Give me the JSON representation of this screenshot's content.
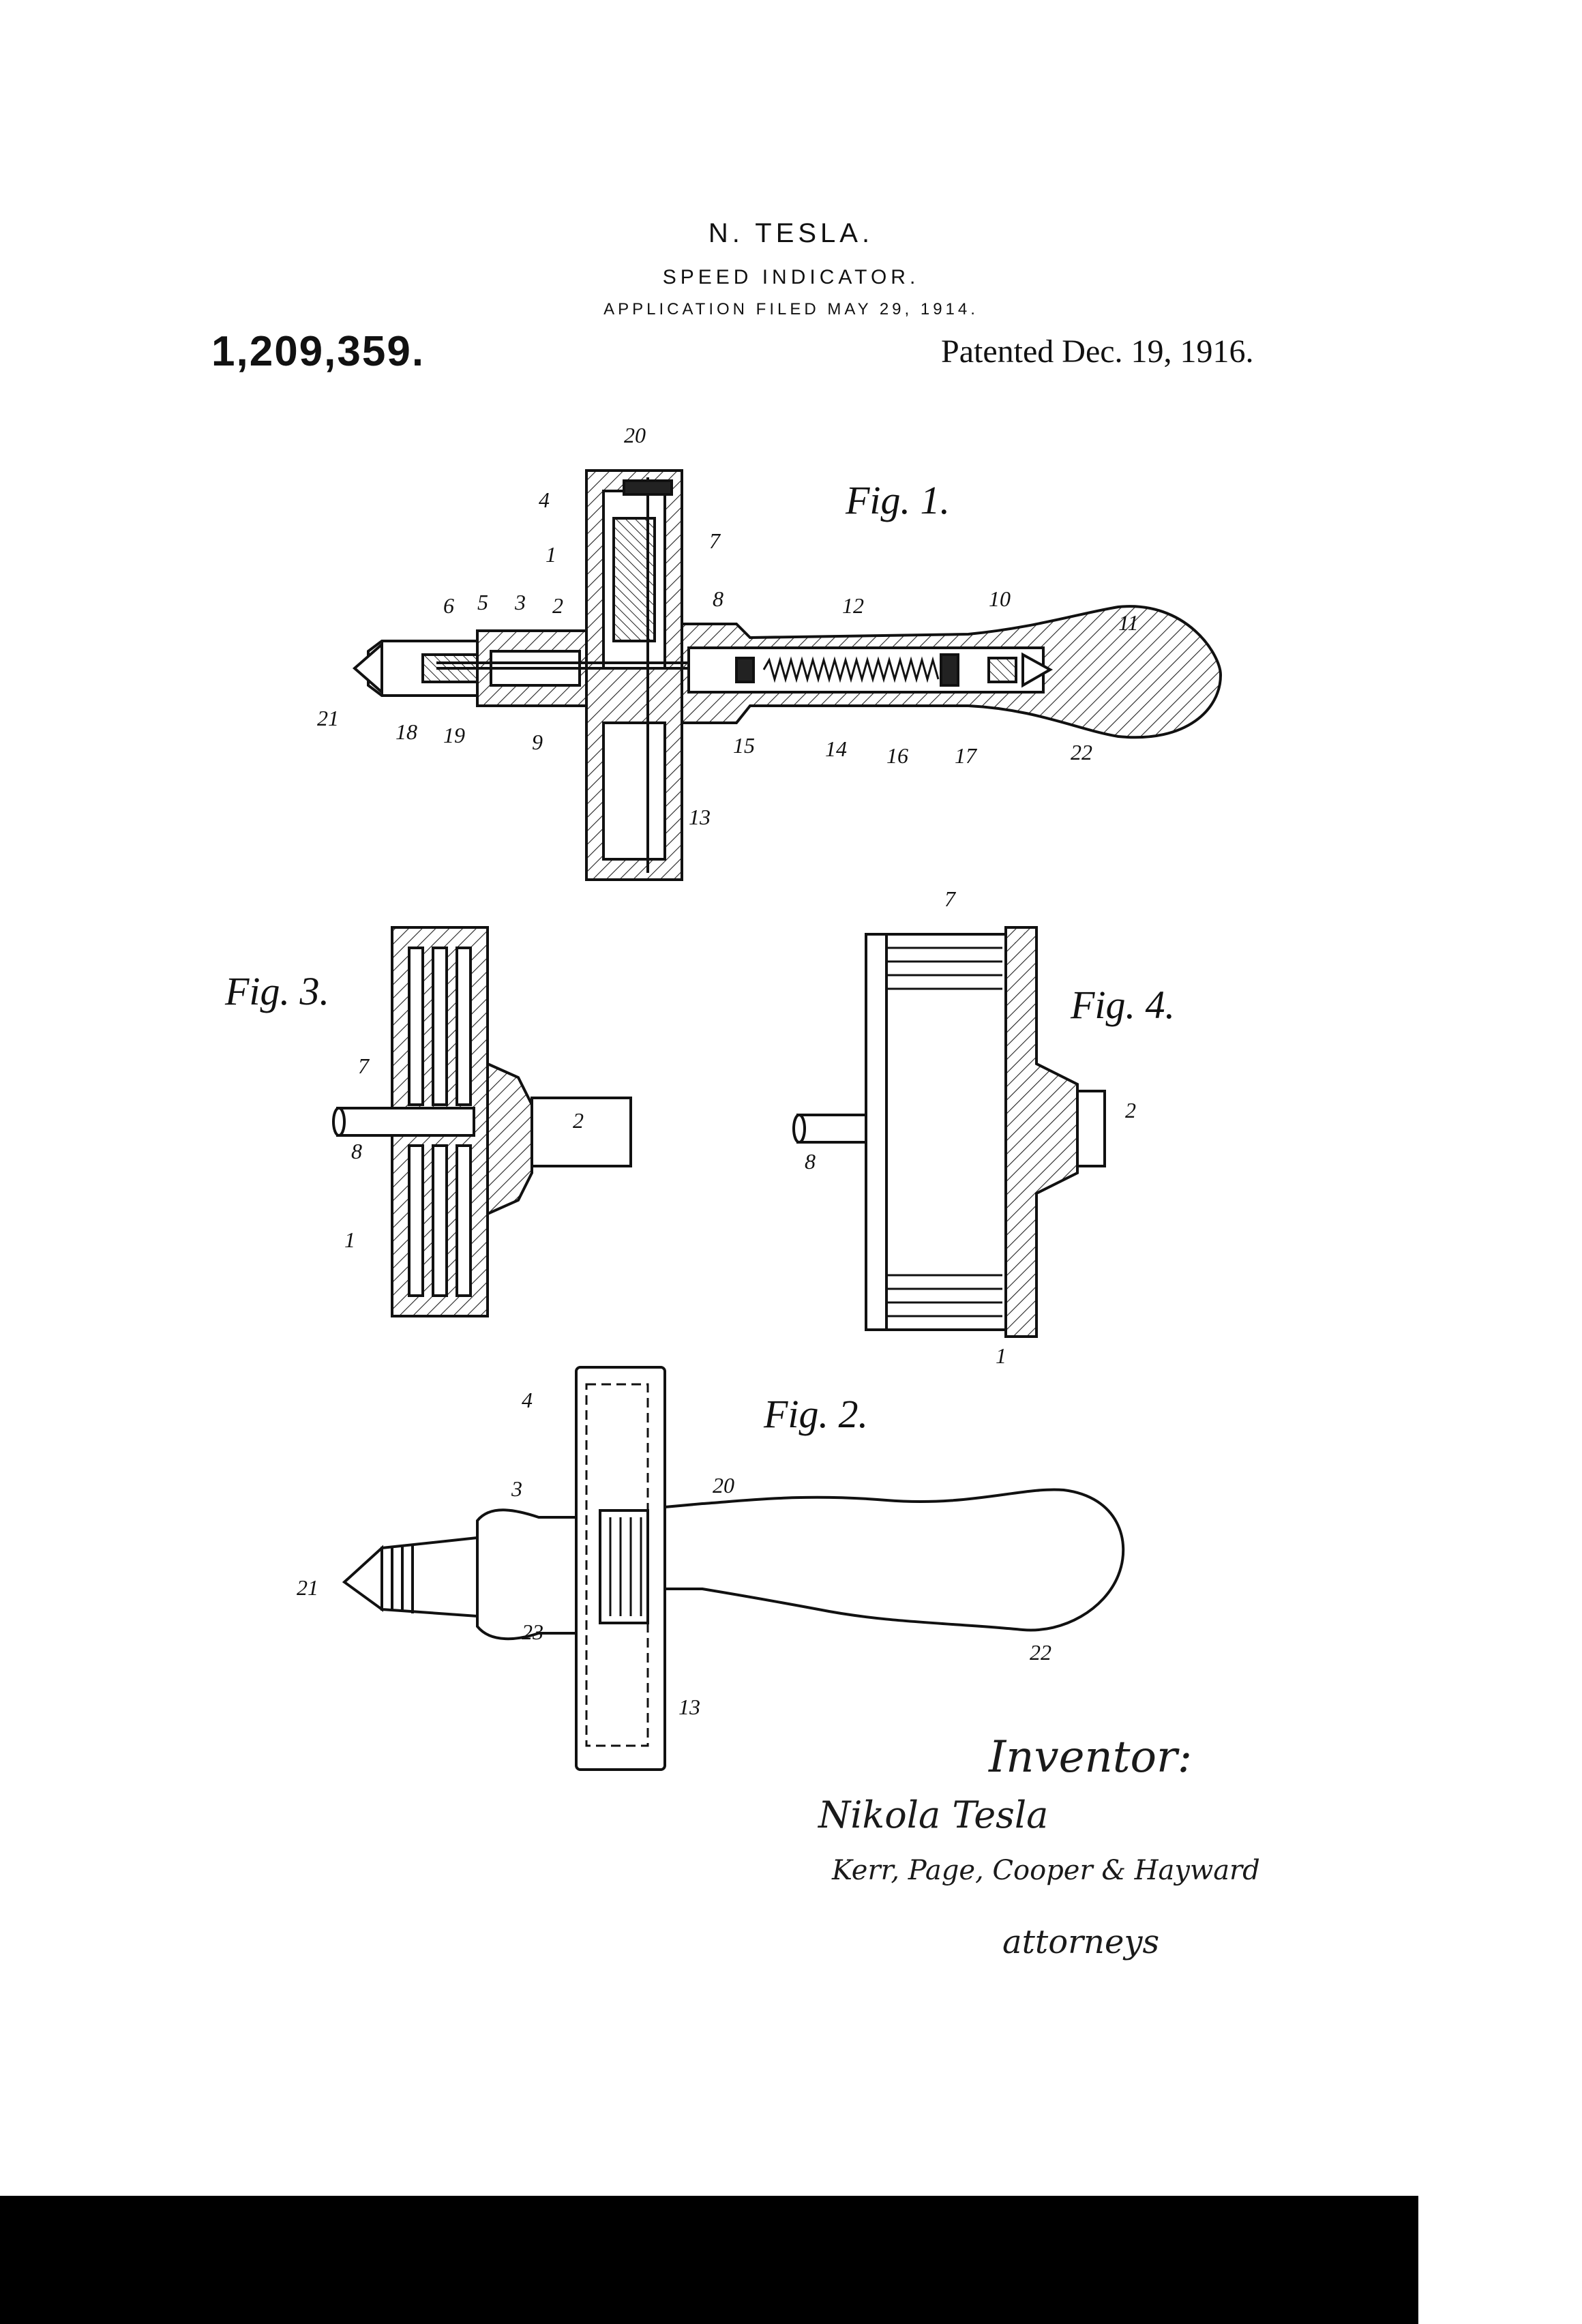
{
  "header": {
    "inventor": "N. TESLA.",
    "title": "SPEED INDICATOR.",
    "filed": "APPLICATION FILED MAY 29, 1914.",
    "patent_number": "1,209,359.",
    "patented": "Patented Dec. 19, 1916."
  },
  "figures": {
    "fig1": "Fig. 1.",
    "fig2": "Fig. 2.",
    "fig3": "Fig. 3.",
    "fig4": "Fig. 4."
  },
  "labels": {
    "fig1": [
      "20",
      "4",
      "1",
      "7",
      "6",
      "5",
      "3",
      "2",
      "8",
      "12",
      "10",
      "11",
      "21",
      "18",
      "19",
      "9",
      "15",
      "14",
      "16",
      "17",
      "22",
      "13"
    ],
    "fig3": [
      "7",
      "8",
      "2",
      "1"
    ],
    "fig4": [
      "7",
      "2",
      "8",
      "1"
    ],
    "fig2": [
      "4",
      "3",
      "20",
      "21",
      "23",
      "22",
      "13"
    ]
  },
  "signature": {
    "heading": "Inventor:",
    "inventor_signature": "Nikola Tesla",
    "attorney_signature": "Kerr, Page, Cooper & Hayward",
    "attorney_role": "attorneys"
  }
}
